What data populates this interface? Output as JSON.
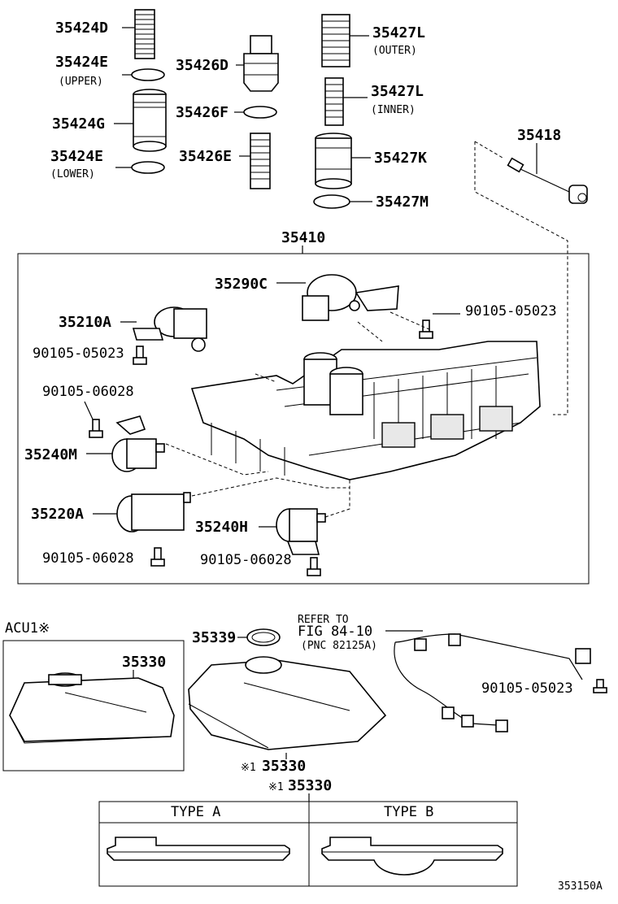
{
  "parts": {
    "p35424D": "35424D",
    "p35424E_upper": "35424E",
    "p35424E_upper_note": "(UPPER)",
    "p35424G": "35424G",
    "p35424E_lower": "35424E",
    "p35424E_lower_note": "(LOWER)",
    "p35426D": "35426D",
    "p35426F": "35426F",
    "p35426E": "35426E",
    "p35427L_outer": "35427L",
    "p35427L_outer_note": "(OUTER)",
    "p35427L_inner": "35427L",
    "p35427L_inner_note": "(INNER)",
    "p35427K": "35427K",
    "p35427M": "35427M",
    "p35418": "35418",
    "p35410": "35410",
    "p35290C": "35290C",
    "p35210A": "35210A",
    "bolt_a": "90105-05023",
    "bolt_b": "90105-05023",
    "bolt_c": "90105-06028",
    "p35240M": "35240M",
    "p35220A": "35220A",
    "p35240H": "35240H",
    "bolt_d": "90105-06028",
    "bolt_e": "90105-06028",
    "acu_label": "ACU1※",
    "p35330_acu": "35330",
    "p35339": "35339",
    "refer_line1": "REFER TO",
    "refer_line2": "FIG 84-10",
    "refer_line3": "(PNC 82125A)",
    "bolt_f": "90105-05023",
    "note_mark_1": "※1",
    "p35330_main": "35330",
    "note_mark_2": "※1",
    "p35330_types": "35330",
    "type_a": "TYPE  A",
    "type_b": "TYPE  B",
    "figure_code": "353150A"
  }
}
